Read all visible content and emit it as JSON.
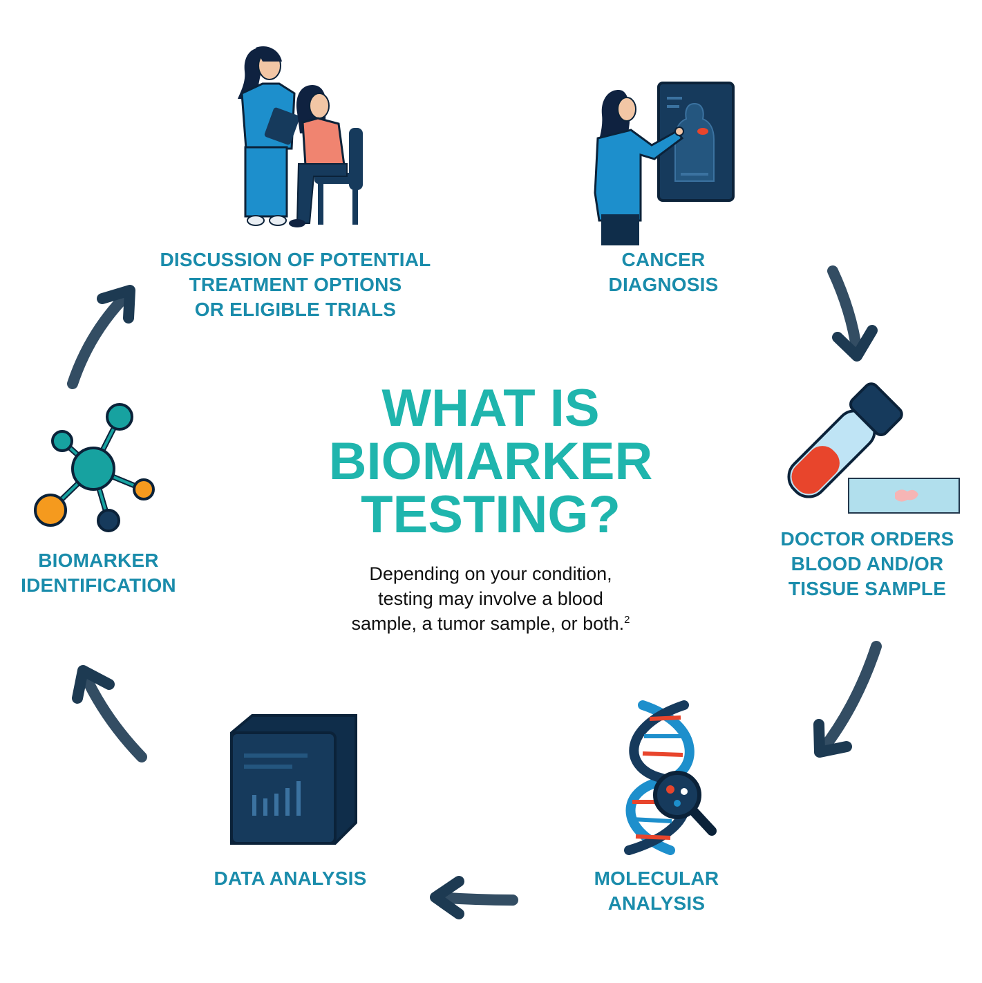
{
  "title": {
    "lines": [
      "WHAT IS",
      "BIOMARKER",
      "TESTING?"
    ]
  },
  "body": {
    "lines": [
      "Depending on your condition,",
      "testing may involve a blood",
      "sample, a tumor sample, or both."
    ],
    "footnote": "2"
  },
  "steps": [
    {
      "id": "cancer-diagnosis",
      "icon": "doctor-xray-icon",
      "lines": [
        "CANCER",
        "DIAGNOSIS"
      ]
    },
    {
      "id": "doctor-orders",
      "icon": "blood-tube-slide-icon",
      "lines": [
        "DOCTOR ORDERS",
        "BLOOD AND/OR",
        "TISSUE SAMPLE"
      ]
    },
    {
      "id": "molecular-analysis",
      "icon": "dna-magnifier-icon",
      "lines": [
        "MOLECULAR",
        "ANALYSIS"
      ]
    },
    {
      "id": "data-analysis",
      "icon": "data-server-icon",
      "lines": [
        "DATA ANALYSIS"
      ]
    },
    {
      "id": "biomarker-identification",
      "icon": "molecule-network-icon",
      "lines": [
        "BIOMARKER",
        "IDENTIFICATION"
      ]
    },
    {
      "id": "discussion",
      "icon": "nurse-patient-icon",
      "lines": [
        "DISCUSSION OF POTENTIAL",
        "TREATMENT OPTIONS",
        "OR ELIGIBLE TRIALS"
      ]
    }
  ],
  "colors": {
    "label": "#1a8cab",
    "title": "#1fb5ad",
    "arrow": "#1d3a52",
    "navy": "#0f2d4a",
    "teal": "#17a2a0",
    "blue": "#1d8fcc",
    "red": "#e8452c",
    "orange": "#f59a1e"
  }
}
